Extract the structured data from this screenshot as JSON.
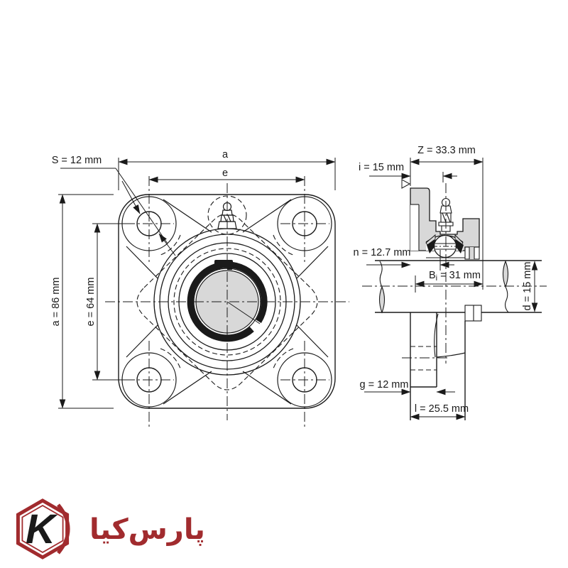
{
  "title": "Flanged bearing unit technical drawing",
  "dimensions": {
    "S": {
      "label": "S = 12 mm"
    },
    "a_span": {
      "label": "a"
    },
    "e_span": {
      "label": "e"
    },
    "a": {
      "label": "a = 86 mm"
    },
    "e": {
      "label": "e = 64 mm"
    },
    "Z": {
      "label": "Z = 33.3 mm"
    },
    "i": {
      "label": "i = 15 mm"
    },
    "n": {
      "label": "n = 12.7 mm"
    },
    "Bi": {
      "prefix": "B",
      "sub": "i",
      "rest": " = 31 mm"
    },
    "d": {
      "label": "d = 15 mm"
    },
    "g": {
      "label": "g = 12 mm"
    },
    "l": {
      "label": "l = 25.5 mm"
    }
  },
  "logo": {
    "brand_text": "پارس‌کیا",
    "monogram": "K",
    "brand_color": "#a12b2e"
  },
  "colors": {
    "line": "#1a1a1a",
    "section_fill": "#d8d8d8",
    "background": "#ffffff"
  }
}
